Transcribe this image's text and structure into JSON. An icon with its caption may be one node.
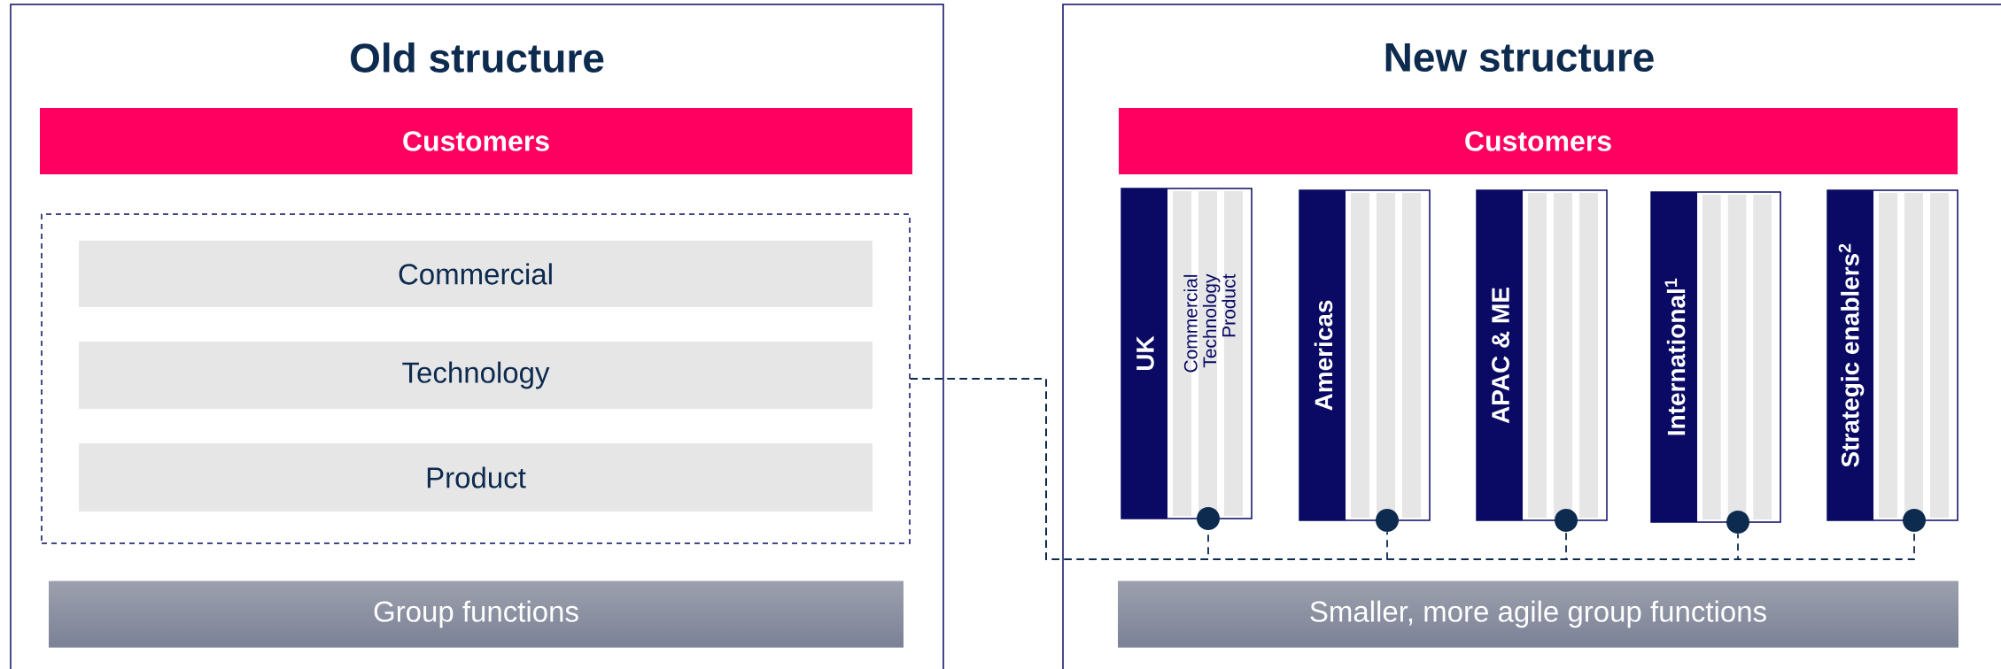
{
  "diagram": {
    "nodes": [
      {
        "text": [
          "Old structure"
        ]
      },
      {
        "text": [
          "Customers"
        ],
        "in": 0
      },
      {
        "text": [],
        "shape": "box",
        "in": 0
      },
      {
        "text": [
          "Commercial"
        ],
        "in": 2
      },
      {
        "text": [
          "Technology"
        ],
        "in": 2
      },
      {
        "text": [
          "Product"
        ],
        "in": 2
      },
      {
        "text": [
          "Group functions"
        ],
        "in": 0
      },
      {
        "text": [
          "New structure"
        ]
      },
      {
        "text": [
          "Customers"
        ],
        "in": 7
      },
      {
        "text": [
          "UK",
          "Commercial Technology Product"
        ],
        "in": 7
      },
      {
        "text": [
          "Americas"
        ],
        "in": 7
      },
      {
        "text": [
          "APAC & ME"
        ],
        "in": 7
      },
      {
        "text": [
          "International$^{1}$"
        ],
        "in": 7
      },
      {
        "text": [
          "Strategic enablers$^{2}$"
        ],
        "in": 7
      },
      {
        "text": [],
        "shape": "circle",
        "in": 7
      },
      {
        "text": [],
        "shape": "circle",
        "in": 7
      },
      {
        "text": [],
        "shape": "circle",
        "in": 7
      },
      {
        "text": [],
        "shape": "circle",
        "in": 7
      },
      {
        "text": [],
        "shape": "circle",
        "in": 7
      },
      {
        "text": [
          "Smaller, more agile group functions"
        ],
        "in": 7
      }
    ],
    "edges": [
      {
        "from": 2,
        "to": 14,
        "arrow": "none",
        "style": "dashed"
      },
      {
        "from": 2,
        "to": 15,
        "arrow": "none",
        "style": "dashed"
      },
      {
        "from": 2,
        "to": 16,
        "arrow": "none",
        "style": "dashed"
      },
      {
        "from": 2,
        "to": 17,
        "arrow": "none",
        "style": "dashed"
      },
      {
        "from": 2,
        "to": 18,
        "arrow": "none",
        "style": "dashed"
      }
    ]
  }
}
